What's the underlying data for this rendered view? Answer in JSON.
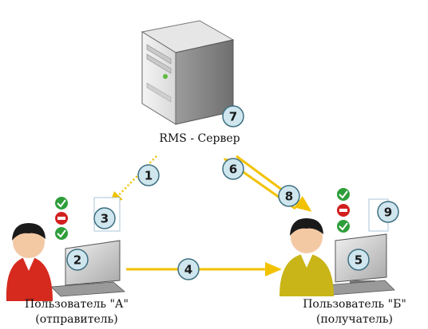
{
  "server": {
    "label": "RMS - Сервер",
    "icon": "server-icon"
  },
  "user_a": {
    "name": "Пользователь \"А\"",
    "role": "(отправитель)",
    "icon": "user-red-icon"
  },
  "user_b": {
    "name": "Пользователь \"Б\"",
    "role": "(получатель)",
    "icon": "user-yellow-icon"
  },
  "steps": [
    "1",
    "2",
    "3",
    "4",
    "5",
    "6",
    "7",
    "8",
    "9"
  ],
  "colors": {
    "arrow": "#f2c200",
    "badge_fill": "#cfe6ef",
    "badge_stroke": "#3d6f80",
    "check": "#2e9e3a",
    "deny": "#d21f1f"
  }
}
